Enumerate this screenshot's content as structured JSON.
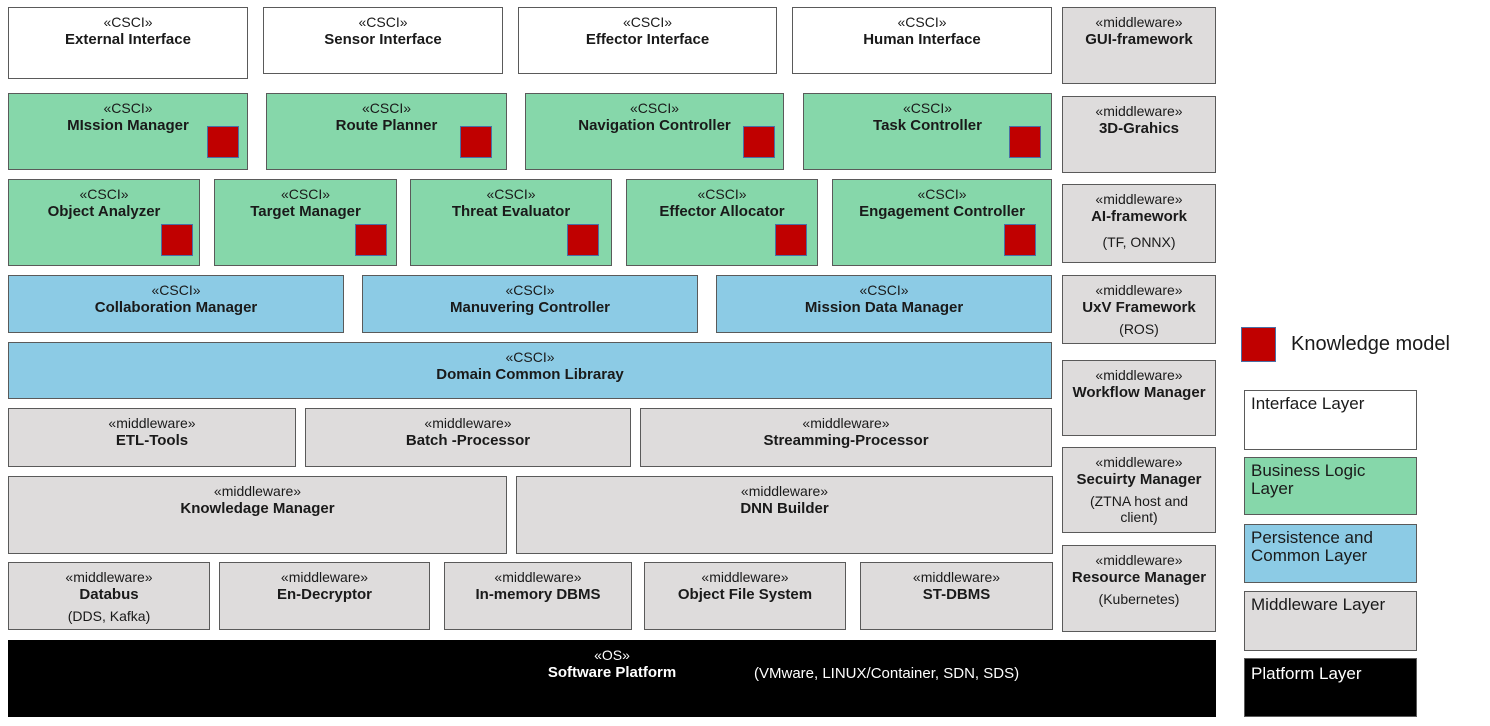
{
  "interface_layer": [
    {
      "stereotype": "«CSCI»",
      "name": "External Interface"
    },
    {
      "stereotype": "«CSCI»",
      "name": "Sensor Interface"
    },
    {
      "stereotype": "«CSCI»",
      "name": "Effector Interface"
    },
    {
      "stereotype": "«CSCI»",
      "name": "Human Interface"
    }
  ],
  "business_row1": [
    {
      "stereotype": "«CSCI»",
      "name": "MIssion Manager"
    },
    {
      "stereotype": "«CSCI»",
      "name": "Route Planner"
    },
    {
      "stereotype": "«CSCI»",
      "name": "Navigation Controller"
    },
    {
      "stereotype": "«CSCI»",
      "name": "Task Controller"
    }
  ],
  "business_row2": [
    {
      "stereotype": "«CSCI»",
      "name": "Object Analyzer"
    },
    {
      "stereotype": "«CSCI»",
      "name": "Target Manager"
    },
    {
      "stereotype": "«CSCI»",
      "name": "Threat Evaluator"
    },
    {
      "stereotype": "«CSCI»",
      "name": "Effector Allocator"
    },
    {
      "stereotype": "«CSCI»",
      "name": "Engagement Controller"
    }
  ],
  "persistence_row1": [
    {
      "stereotype": "«CSCI»",
      "name": "Collaboration Manager"
    },
    {
      "stereotype": "«CSCI»",
      "name": "Manuvering Controller"
    },
    {
      "stereotype": "«CSCI»",
      "name": "Mission Data Manager"
    }
  ],
  "persistence_row2": {
    "stereotype": "«CSCI»",
    "name": "Domain Common Libraray"
  },
  "middleware_row1": [
    {
      "stereotype": "«middleware»",
      "name": "ETL-Tools"
    },
    {
      "stereotype": "«middleware»",
      "name": "Batch -Processor"
    },
    {
      "stereotype": "«middleware»",
      "name": "Streamming-Processor"
    }
  ],
  "middleware_row2": [
    {
      "stereotype": "«middleware»",
      "name": "Knowledage Manager"
    },
    {
      "stereotype": "«middleware»",
      "name": "DNN Builder"
    }
  ],
  "middleware_row3": [
    {
      "stereotype": "«middleware»",
      "name": "Databus",
      "note": "(DDS, Kafka)"
    },
    {
      "stereotype": "«middleware»",
      "name": "En-Decryptor"
    },
    {
      "stereotype": "«middleware»",
      "name": "In-memory DBMS"
    },
    {
      "stereotype": "«middleware»",
      "name": "Object File System"
    },
    {
      "stereotype": "«middleware»",
      "name": "ST-DBMS"
    }
  ],
  "right_column": [
    {
      "stereotype": "«middleware»",
      "name": "GUI-framework"
    },
    {
      "stereotype": "«middleware»",
      "name": "3D-Grahics"
    },
    {
      "stereotype": "«middleware»",
      "name": "AI-framework",
      "note": "(TF, ONNX)"
    },
    {
      "stereotype": "«middleware»",
      "name": "UxV Framework",
      "note": "(ROS)"
    },
    {
      "stereotype": "«middleware»",
      "name": "Workflow Manager"
    },
    {
      "stereotype": "«middleware»",
      "name": "Secuirty Manager",
      "note": "(ZTNA host and client)"
    },
    {
      "stereotype": "«middleware»",
      "name": "Resource Manager",
      "note": "(Kubernetes)"
    }
  ],
  "platform": {
    "stereotype": "«OS»",
    "name": "Software Platform",
    "note": "(VMware, LINUX/Container, SDN, SDS)"
  },
  "legend": {
    "knowledge_model": "Knowledge model",
    "interface_layer": "Interface Layer",
    "business_logic_layer": "Business Logic Layer",
    "persistence_layer": "Persistence and Common Layer",
    "middleware_layer": "Middleware Layer",
    "platform_layer": "Platform Layer"
  },
  "colors": {
    "interface": "#ffffff",
    "business": "#86d7aa",
    "persistence": "#8ccbe5",
    "middleware": "#dedcdc",
    "platform": "#000000",
    "knowledge_model": "#c00000"
  }
}
